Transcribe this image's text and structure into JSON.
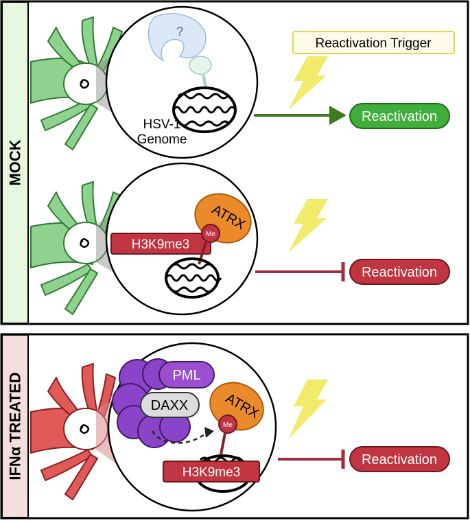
{
  "panels": {
    "mock": {
      "label": "MOCK"
    },
    "ifn": {
      "label": "IFNα TREATED"
    }
  },
  "labels": {
    "trigger": "Reactivation Trigger",
    "genome_line1": "HSV-1",
    "genome_line2": "Genome",
    "question": "?",
    "atrx": "ATRX",
    "me": "Me",
    "h3k9me3": "H3K9me3",
    "pml": "PML",
    "daxx": "DAXX"
  },
  "outcomes": {
    "row1": "Reactivation",
    "row2": "Reactivation",
    "row3": "Reactivation"
  },
  "colors": {
    "neuron_green": "#8fd18f",
    "neuron_red": "#e05a5a",
    "active_green": "#3fae3a",
    "active_arrow": "#3d7a1e",
    "blocked_red": "#c0353f",
    "blocked_line": "#a32a3a",
    "atrx_orange": "#ea8a2a",
    "pml_purple": "#9b4fd0",
    "bolt_yellow": "#f2ea6a",
    "mock_bg": "#e8f8df",
    "ifn_bg": "#f5dede"
  }
}
